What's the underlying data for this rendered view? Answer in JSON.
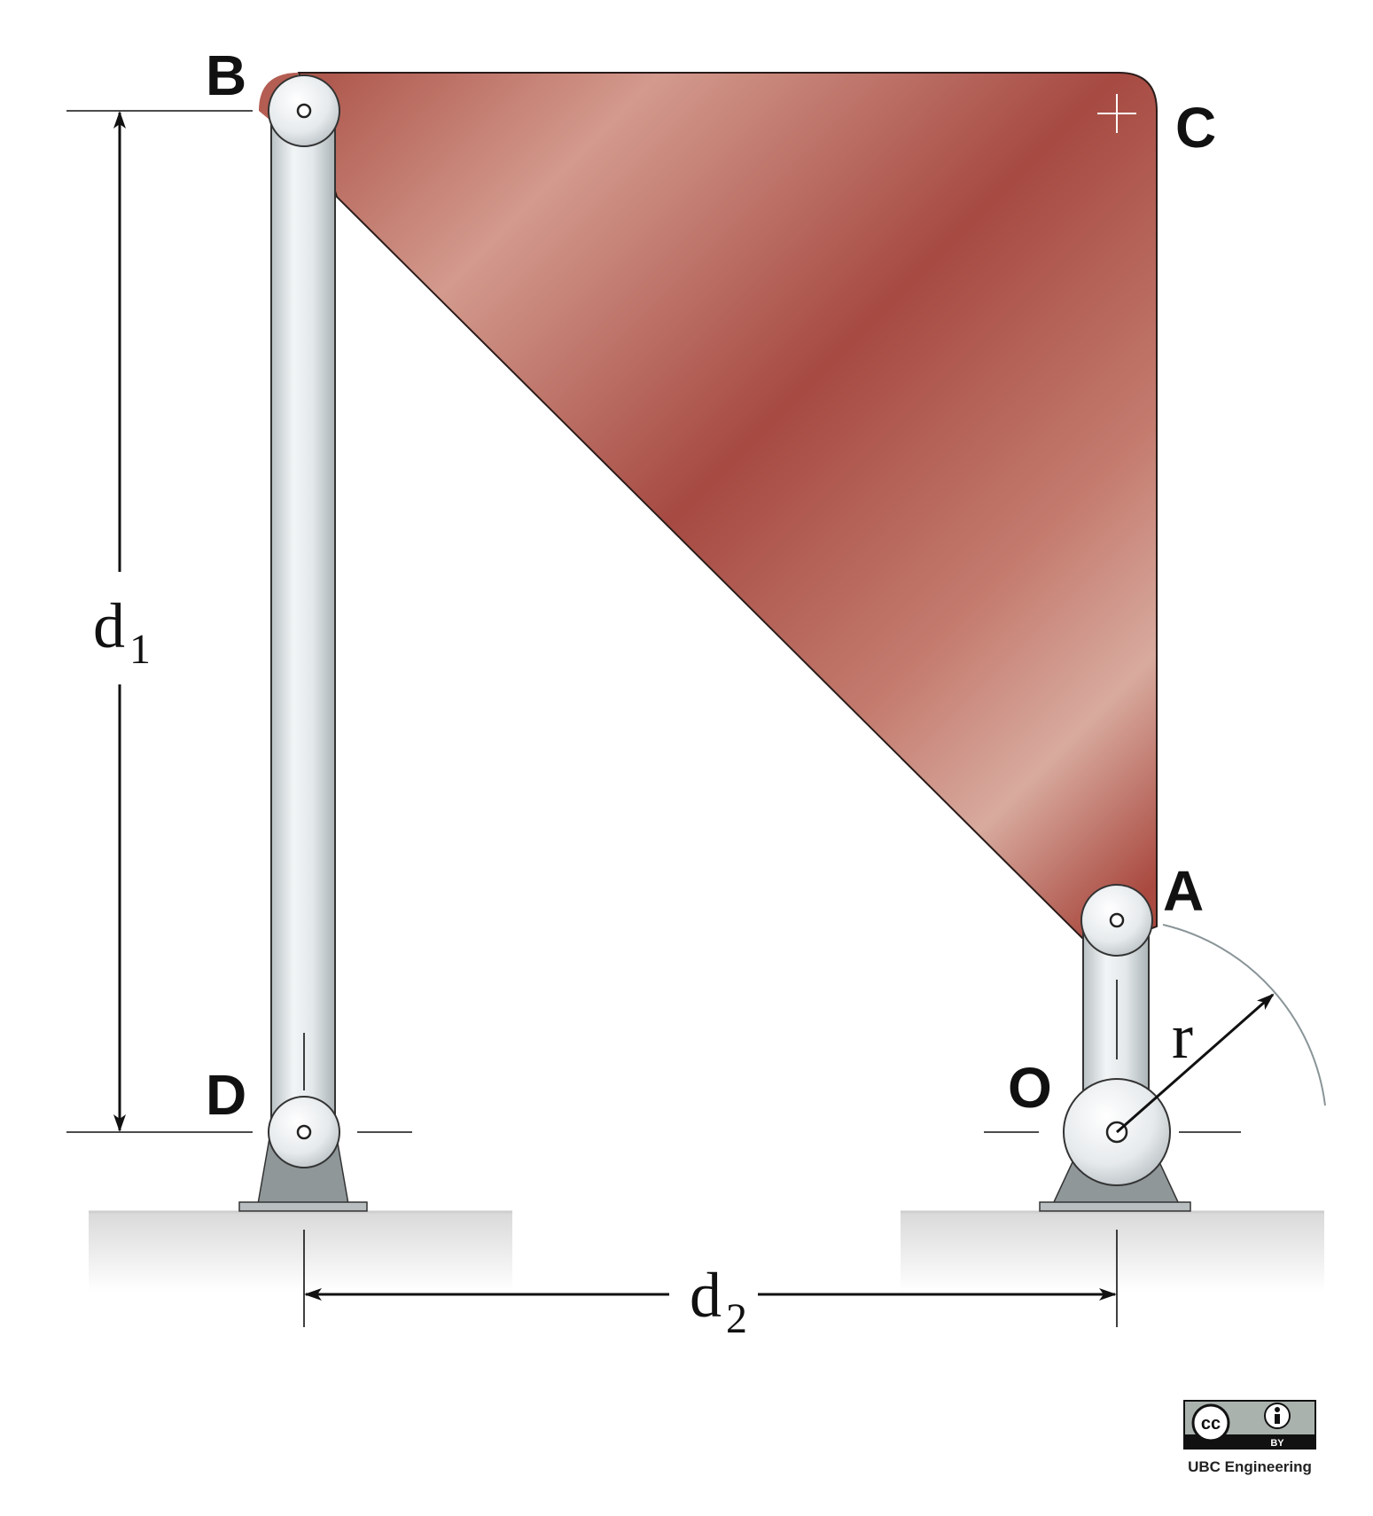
{
  "diagram": {
    "points": {
      "A": "A",
      "B": "B",
      "C": "C",
      "D": "D",
      "O": "O"
    },
    "dimensions": {
      "d1_main": "d",
      "d1_sub": "1",
      "d2_main": "d",
      "d2_sub": "2",
      "radius": "r"
    },
    "colors": {
      "plate_dark": "#a64a42",
      "plate_light": "#d8aa9e",
      "ground": "#e6e6e6",
      "bracket": "#8f9799",
      "link_light": "#f2f5f6",
      "link_dark": "#b9c1c4"
    }
  },
  "license": {
    "badge_cc": "cc",
    "badge_by": "BY",
    "credit": "UBC Engineering",
    "icon": "creative-commons-by-icon"
  }
}
